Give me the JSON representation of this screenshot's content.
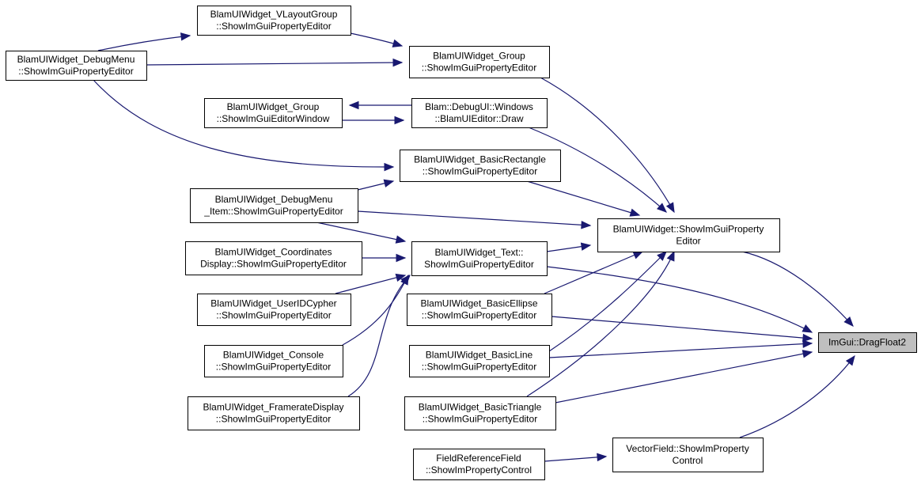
{
  "colors": {
    "edge": "#191970",
    "node_border": "#000000",
    "node_fill": "#ffffff",
    "highlight_fill": "#bfbfbf",
    "background": "#ffffff"
  },
  "nodes": {
    "debugmenu": [
      "BlamUIWidget_DebugMenu",
      "::ShowImGuiPropertyEditor"
    ],
    "vlayout": [
      "BlamUIWidget_VLayoutGroup",
      "::ShowImGuiPropertyEditor"
    ],
    "group_prop": [
      "BlamUIWidget_Group",
      "::ShowImGuiPropertyEditor"
    ],
    "group_win": [
      "BlamUIWidget_Group",
      "::ShowImGuiEditorWindow"
    ],
    "debugui_draw": [
      "Blam::DebugUI::Windows",
      "::BlamUIEditor::Draw"
    ],
    "basicrect": [
      "BlamUIWidget_BasicRectangle",
      "::ShowImGuiPropertyEditor"
    ],
    "debugmenu_item": [
      "BlamUIWidget_DebugMenu",
      "_Item::ShowImGuiPropertyEditor"
    ],
    "widget_base": [
      "BlamUIWidget::ShowImGuiProperty",
      "Editor"
    ],
    "coords": [
      "BlamUIWidget_Coordinates",
      "Display::ShowImGuiPropertyEditor"
    ],
    "text": [
      "BlamUIWidget_Text::",
      "ShowImGuiPropertyEditor"
    ],
    "userid": [
      "BlamUIWidget_UserIDCypher",
      "::ShowImGuiPropertyEditor"
    ],
    "ellipse": [
      "BlamUIWidget_BasicEllipse",
      "::ShowImGuiPropertyEditor"
    ],
    "console": [
      "BlamUIWidget_Console",
      "::ShowImGuiPropertyEditor"
    ],
    "line": [
      "BlamUIWidget_BasicLine",
      "::ShowImGuiPropertyEditor"
    ],
    "framerate": [
      "BlamUIWidget_FramerateDisplay",
      "::ShowImGuiPropertyEditor"
    ],
    "triangle": [
      "BlamUIWidget_BasicTriangle",
      "::ShowImGuiPropertyEditor"
    ],
    "dragfloat2": [
      "ImGui::DragFloat2"
    ],
    "fieldref": [
      "FieldReferenceField",
      "::ShowImPropertyControl"
    ],
    "vectorfield": [
      "VectorField::ShowImProperty",
      "Control"
    ]
  },
  "edges": [
    {
      "from": "debugmenu",
      "to": "vlayout"
    },
    {
      "from": "vlayout",
      "to": "group_prop"
    },
    {
      "from": "debugmenu",
      "to": "group_prop"
    },
    {
      "from": "group_win",
      "to": "debugui_draw"
    },
    {
      "from": "debugui_draw",
      "to": "group_win"
    },
    {
      "from": "debugmenu",
      "to": "basicrect"
    },
    {
      "from": "debugmenu_item",
      "to": "basicrect"
    },
    {
      "from": "group_prop",
      "to": "widget_base"
    },
    {
      "from": "debugui_draw",
      "to": "widget_base"
    },
    {
      "from": "basicrect",
      "to": "widget_base"
    },
    {
      "from": "debugmenu_item",
      "to": "widget_base"
    },
    {
      "from": "debugmenu_item",
      "to": "text"
    },
    {
      "from": "coords",
      "to": "text"
    },
    {
      "from": "userid",
      "to": "text"
    },
    {
      "from": "console",
      "to": "text"
    },
    {
      "from": "framerate",
      "to": "text"
    },
    {
      "from": "text",
      "to": "widget_base"
    },
    {
      "from": "ellipse",
      "to": "widget_base"
    },
    {
      "from": "line",
      "to": "widget_base"
    },
    {
      "from": "triangle",
      "to": "widget_base"
    },
    {
      "from": "widget_base",
      "to": "dragfloat2"
    },
    {
      "from": "text",
      "to": "dragfloat2"
    },
    {
      "from": "ellipse",
      "to": "dragfloat2"
    },
    {
      "from": "line",
      "to": "dragfloat2"
    },
    {
      "from": "triangle",
      "to": "dragfloat2"
    },
    {
      "from": "vectorfield",
      "to": "dragfloat2"
    },
    {
      "from": "fieldref",
      "to": "vectorfield"
    }
  ]
}
